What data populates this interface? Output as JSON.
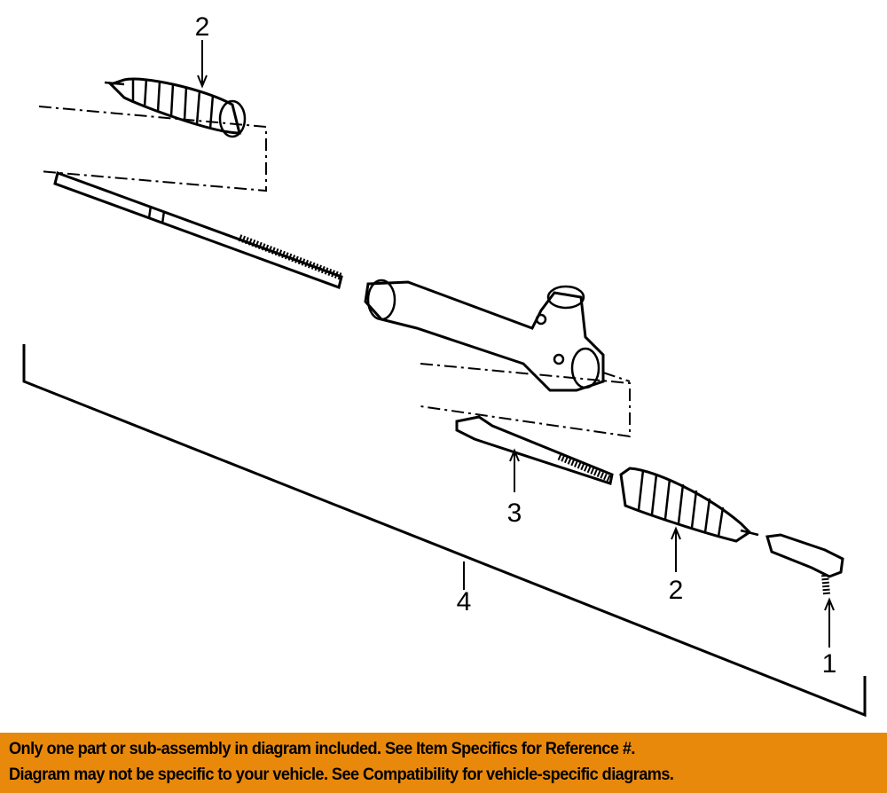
{
  "diagram": {
    "callouts": {
      "boot_upper": "2",
      "inner_tie_rod": "3",
      "rack_assembly": "4",
      "boot_lower": "2",
      "outer_tie_rod_end": "1"
    }
  },
  "banner": {
    "line1": "Only one part or sub-assembly in diagram included. See Item Specifics for Reference #.",
    "line2": "Diagram may not be specific to your vehicle. See Compatibility for vehicle-specific diagrams.",
    "color": "#e8890c"
  }
}
